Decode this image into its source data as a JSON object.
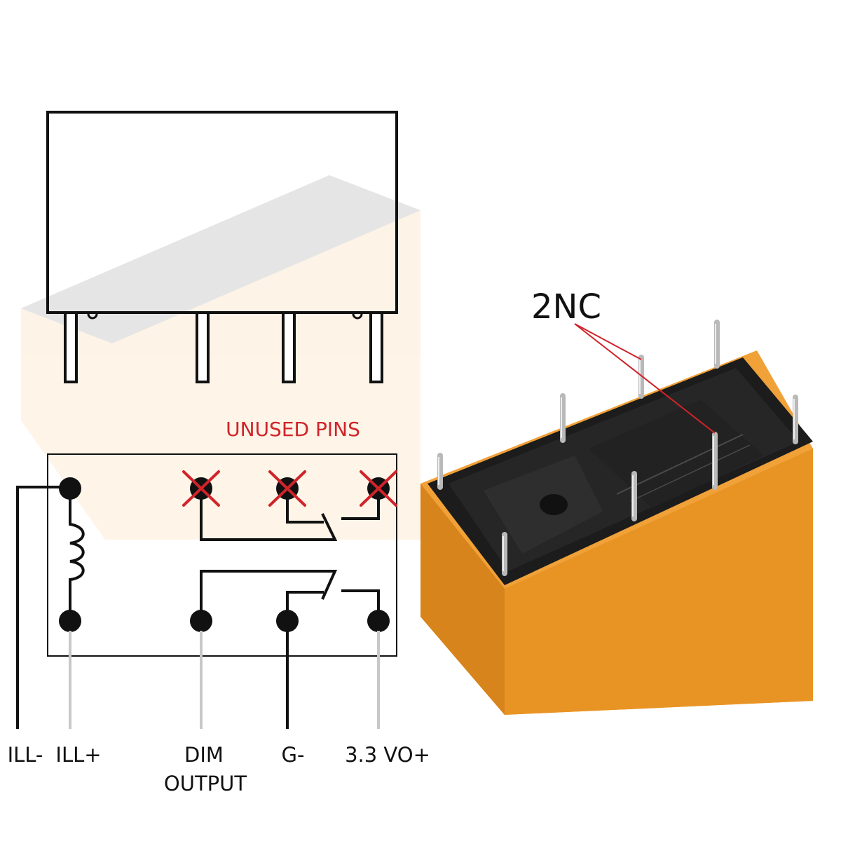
{
  "colors": {
    "relay_body": "#f3a23a",
    "relay_body_dark": "#d8841c",
    "relay_top": "#1c1c1c",
    "cross": "#d0232a",
    "wire": "#111111",
    "gray_lead": "#c8c8c8",
    "unused_text": "#d0232a"
  },
  "annotations": {
    "unused_pins": "UNUSED PINS",
    "nc_callout": "2NC"
  },
  "pin_labels": {
    "ill_minus": "ILL-",
    "ill_plus": "ILL+",
    "dim_line1": "DIM",
    "dim_line2": "OUTPUT",
    "g_minus": "G-",
    "vo_plus": "3.3 VO+"
  }
}
